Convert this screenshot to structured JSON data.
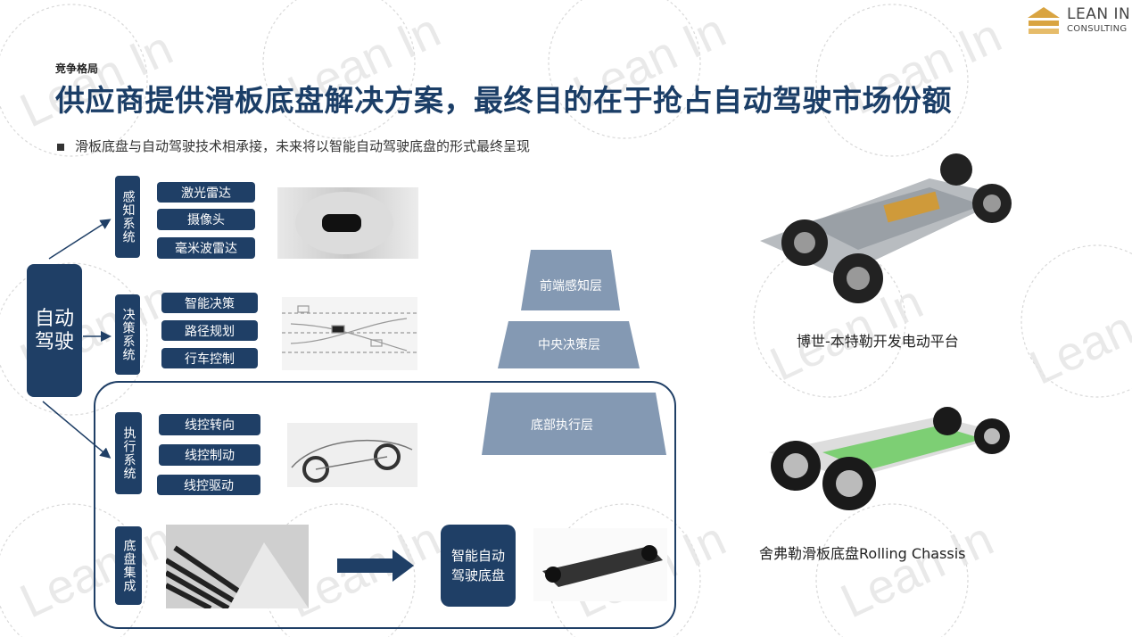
{
  "brand": {
    "line1": "Lean In",
    "line2": "Consulting",
    "watermark": "Lean In"
  },
  "section_label": "竞争格局",
  "title": "供应商提供滑板底盘解决方案，最终目的在于抢占自动驾驶市场份额",
  "bullet": "滑板底盘与自动驾驶技术相承接，未来将以智能自动驾驶底盘的形式最终呈现",
  "root": "自动驾驶",
  "groups": [
    {
      "label": "感知系统",
      "items": [
        "激光雷达",
        "摄像头",
        "毫米波雷达"
      ]
    },
    {
      "label": "决策系统",
      "items": [
        "智能决策",
        "路径规划",
        "行车控制"
      ]
    },
    {
      "label": "执行系统",
      "items": [
        "线控转向",
        "线控制动",
        "线控驱动"
      ]
    },
    {
      "label": "底盘集成",
      "items": []
    }
  ],
  "result_box": "智能自动驾驶底盘",
  "layers": [
    "前端感知层",
    "中央决策层",
    "底部执行层"
  ],
  "captions": {
    "bosch": "博世-本特勒开发电动平台",
    "schaeffler": "舍弗勒滑板底盘Rolling Chassis"
  },
  "colors": {
    "navy": "#1f3f66",
    "layer": "#8499b3",
    "title": "#1b3e67",
    "gold": "#d9a441"
  },
  "icons": [
    "logo-icon",
    "arrow-icon"
  ]
}
